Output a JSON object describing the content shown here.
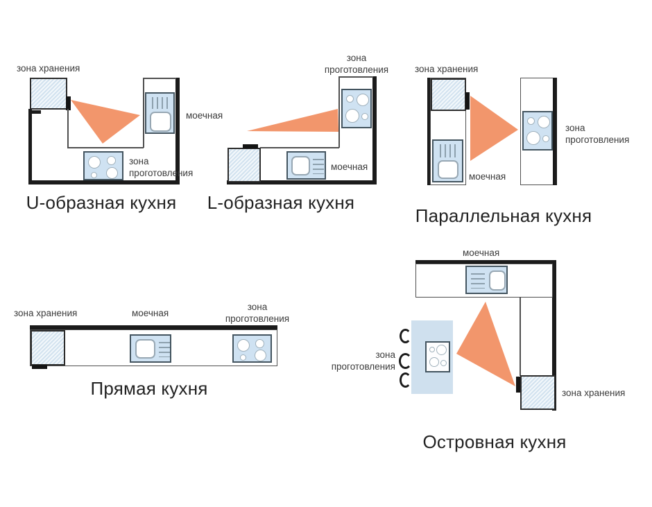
{
  "colors": {
    "work_triangle": "#F2966C",
    "appliance_fill": "#CFE2F2",
    "island_fill": "#CFE0EE",
    "wall": "#1B1B1B"
  },
  "panels": {
    "u_shaped": {
      "title": "U-образная кухня",
      "storage_label": "зона хранения",
      "sink_label": "моечная",
      "cooking_label_line1": "зона",
      "cooking_label_line2": "проготовления"
    },
    "l_shaped": {
      "title": "L-образная кухня",
      "sink_label": "моечная",
      "cooking_label_line1": "зона",
      "cooking_label_line2": "проготовления"
    },
    "parallel": {
      "title": "Параллельная кухня",
      "storage_label": "зона хранения",
      "sink_label": "моечная",
      "cooking_label_line1": "зона",
      "cooking_label_line2": "проготовления"
    },
    "straight": {
      "title": "Прямая кухня",
      "storage_label": "зона хранения",
      "sink_label": "моечная",
      "cooking_label_line1": "зона",
      "cooking_label_line2": "проготовления"
    },
    "island": {
      "title": "Островная кухня",
      "sink_label": "моечная",
      "storage_label": "зона хранения",
      "cooking_label_line1": "зона",
      "cooking_label_line2": "проготовления"
    }
  }
}
